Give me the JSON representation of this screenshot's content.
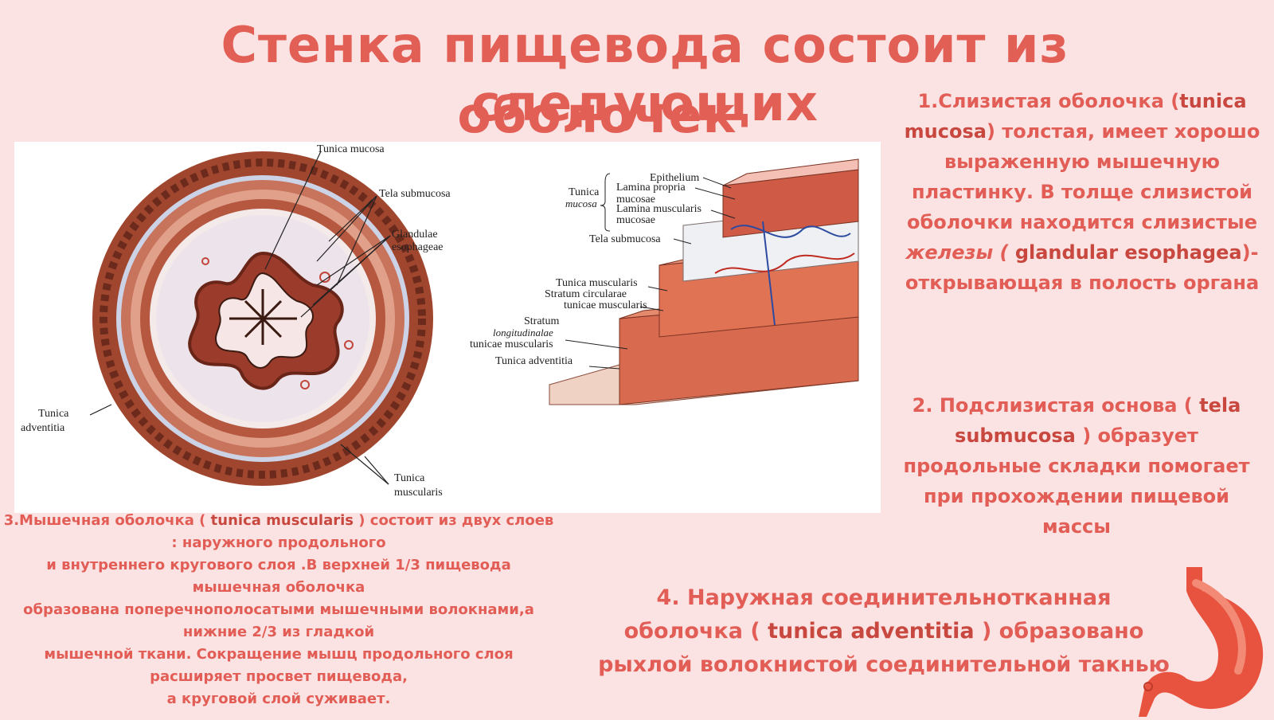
{
  "title": {
    "line1": "Стенка пищевода состоит из следующих",
    "line2": "оболочек"
  },
  "figure_labels": {
    "left": {
      "tunica_mucosa": "Tunica mucosa",
      "tela_submucosa": "Tela submucosa",
      "glandulae_1": "Glandulae",
      "glandulae_2": "esophageae",
      "adventitia_1": "Tunica",
      "adventitia_2": "adventitia",
      "muscularis_1": "Tunica",
      "muscularis_2": "muscularis"
    },
    "right": {
      "epithelium": "Epithelium",
      "lamina_propria_1": "Lamina propria",
      "lamina_propria_2": "mucosae",
      "lamina_musc_1": "Lamina muscularis",
      "lamina_musc_2": "mucosae",
      "tunica_1": "Tunica",
      "tunica_2": "mucosa",
      "tela_submucosa": "Tela submucosa",
      "tunica_muscularis": "Tunica muscularis",
      "stratum_circ_1": "Stratum circularae",
      "stratum_circ_2": "tunicae muscularis",
      "stratum_long_1": "Stratum",
      "stratum_long_2": "longitudinalae",
      "stratum_long_3": "tunicae muscularis",
      "tunica_adventitia": "Tunica adventitia"
    }
  },
  "paragraph1": {
    "a": "1.Слизистая оболочка (",
    "b": "tunica mucosa",
    "c": ") толстая, имеет хорошо выраженную мышечную пластинку. В толще слизистой оболочки находится слизистые ",
    "d": "железы ( ",
    "e": "glandular esophagea",
    "f": ")- открывающая в полость органа"
  },
  "paragraph2": {
    "a": "2.  Подслизистая основа ( ",
    "b": "tela submucosa",
    "c": " ) образует продольные складки помогает при прохождении пищевой массы"
  },
  "paragraph3": {
    "a": "3.Мышечная оболочка ( ",
    "b": "tunica muscularis",
    "c": " ) состоит из двух слоев : наружного продольного",
    "d": "и внутреннего кругового слоя .В верхней 1/3 пищевода мышечная оболочка",
    "e": "образована поперечнополосатыми мышечными волокнами,а нижние 2/3 из гладкой",
    "f": "мышечной ткани. Сокращение мышц продольного слоя расширяет просвет пищевода,",
    "g": "а круговой слой суживает."
  },
  "paragraph4": {
    "a": "4. Наружная соединительнотканная оболочка ( ",
    "b": "tunica adventitia",
    "c": " ) образовано рыхлой волокнистой соединительной такнью"
  },
  "colors": {
    "background": "#fbe3e3",
    "text": "#e25d55",
    "accent": "#c8473f"
  }
}
